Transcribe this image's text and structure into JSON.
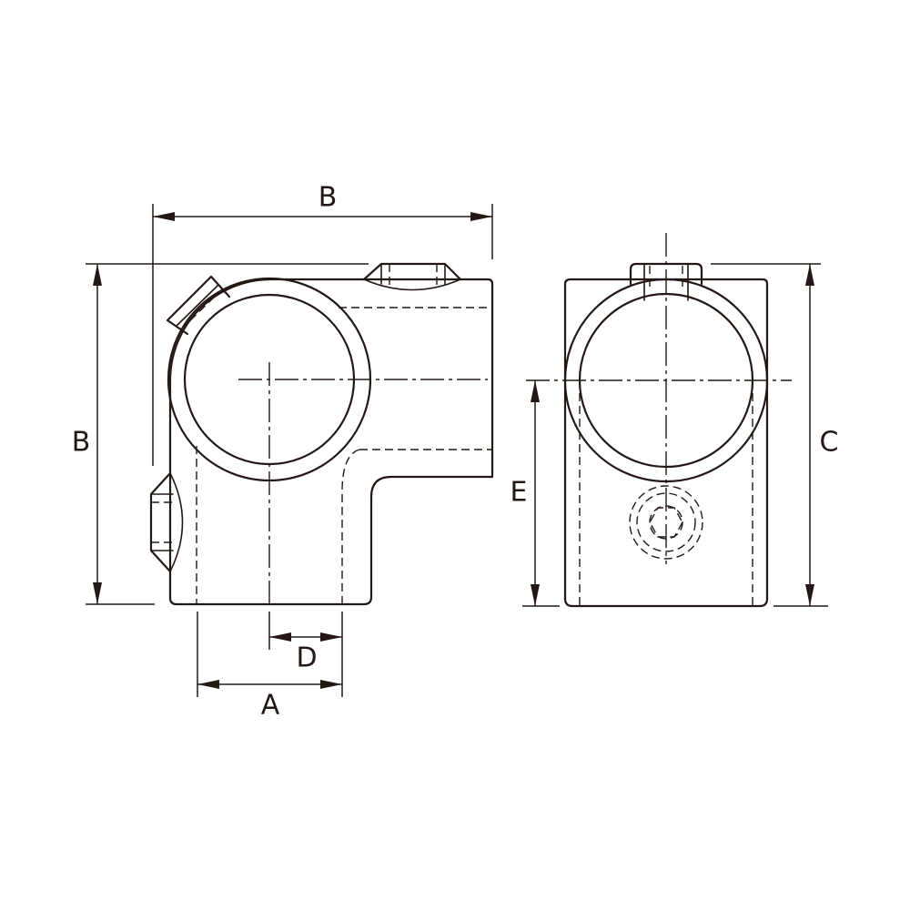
{
  "labels": {
    "top_width": "B",
    "left_height": "B",
    "outer_diameter": "A",
    "offset": "D",
    "right_height": "C",
    "axis_height": "E"
  },
  "colors": {
    "line": "#231815",
    "background": "#ffffff"
  }
}
